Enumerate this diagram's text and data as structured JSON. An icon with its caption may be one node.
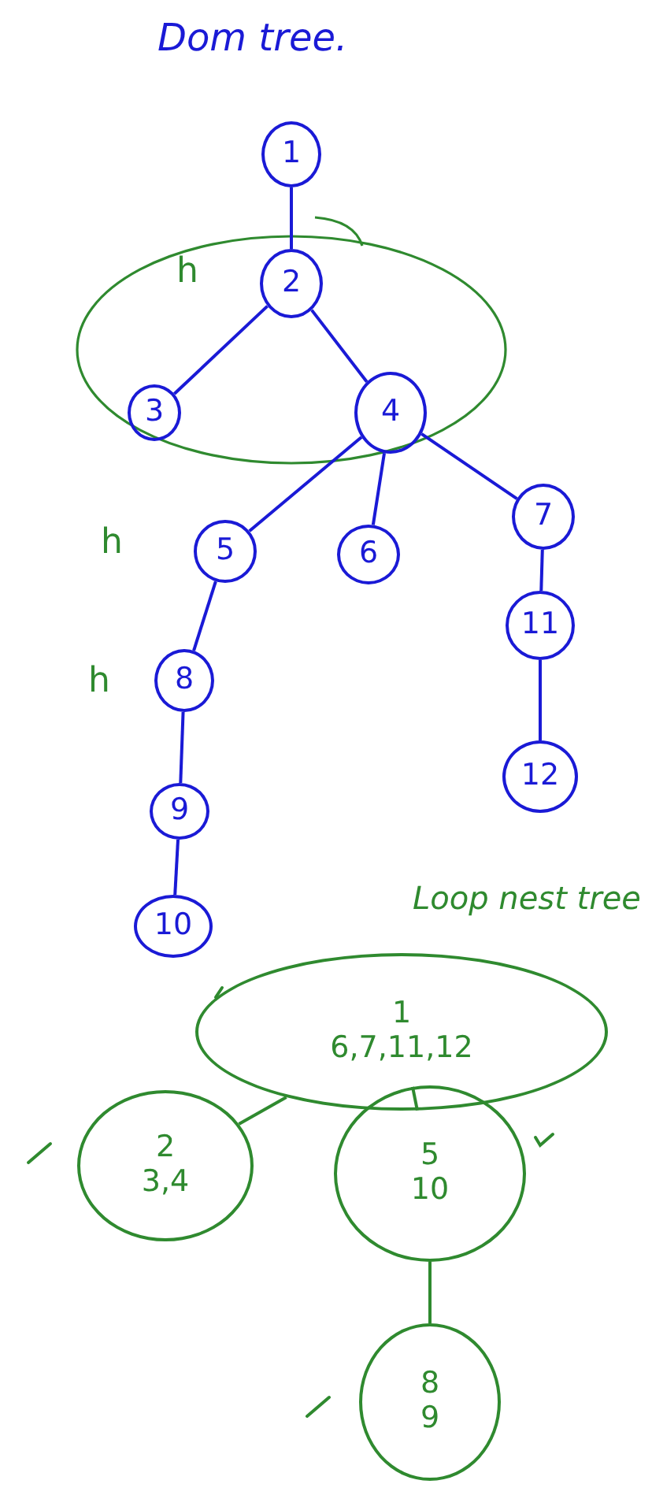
{
  "diagram": {
    "title": "Dom tree.",
    "nodes": [
      {
        "text": [
          "1"
        ]
      },
      {
        "text": [
          "2"
        ]
      },
      {
        "text": [
          "3"
        ]
      },
      {
        "text": [
          "4"
        ]
      },
      {
        "text": [
          "5"
        ]
      },
      {
        "text": [
          "6"
        ]
      },
      {
        "text": [
          "7"
        ]
      },
      {
        "text": [
          "8"
        ]
      },
      {
        "text": [
          "9"
        ]
      },
      {
        "text": [
          "10"
        ]
      },
      {
        "text": [
          "11"
        ]
      },
      {
        "text": [
          "12"
        ]
      },
      {
        "text": [
          "1",
          "6,7,11,12"
        ]
      },
      {
        "text": [
          "2",
          "3,4"
        ]
      },
      {
        "text": [
          "5",
          "10"
        ]
      },
      {
        "text": [
          "8",
          "9"
        ]
      }
    ],
    "edges": [
      {
        "from": 0,
        "to": 1,
        "arrow": "none"
      },
      {
        "from": 1,
        "to": 2,
        "arrow": "none"
      },
      {
        "from": 1,
        "to": 3,
        "arrow": "none"
      },
      {
        "from": 3,
        "to": 4,
        "arrow": "none"
      },
      {
        "from": 3,
        "to": 5,
        "arrow": "none"
      },
      {
        "from": 3,
        "to": 6,
        "arrow": "none"
      },
      {
        "from": 4,
        "to": 7,
        "arrow": "none"
      },
      {
        "from": 7,
        "to": 8,
        "arrow": "none"
      },
      {
        "from": 8,
        "to": 9,
        "arrow": "none"
      },
      {
        "from": 6,
        "to": 10,
        "arrow": "none"
      },
      {
        "from": 10,
        "to": 11,
        "arrow": "none"
      },
      {
        "from": 12,
        "to": 13,
        "arrow": "none",
        "color": "#2f8a2f"
      },
      {
        "from": 12,
        "to": 14,
        "arrow": "none",
        "color": "#2f8a2f"
      },
      {
        "from": 14,
        "to": 15,
        "arrow": "none",
        "color": "#2f8a2f"
      }
    ],
    "labels": [
      "h",
      "h",
      "h",
      "Loop nest tree"
    ]
  }
}
